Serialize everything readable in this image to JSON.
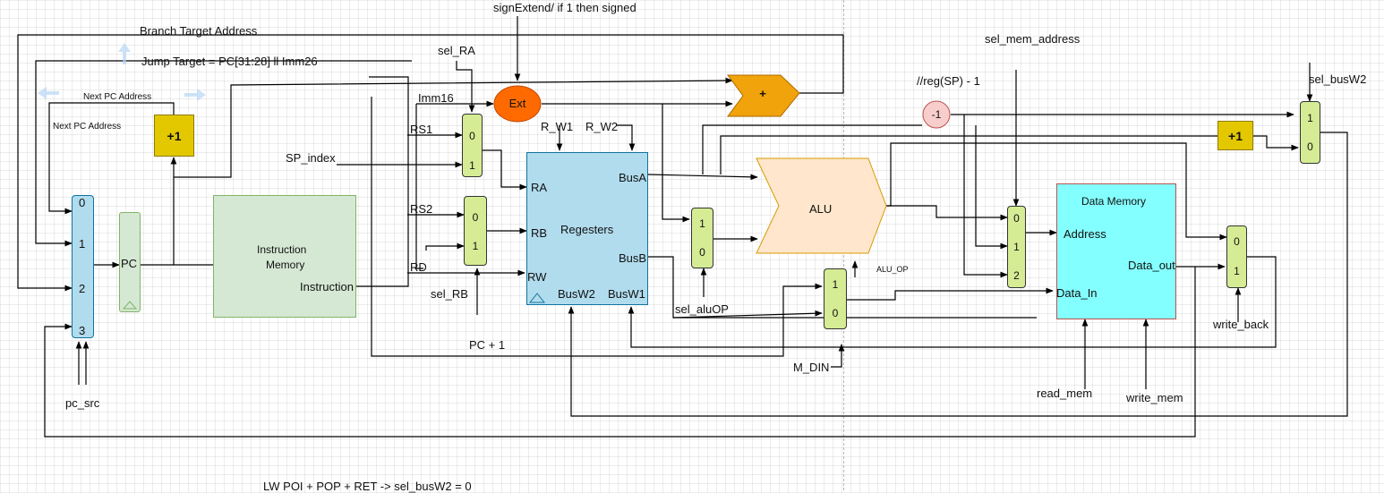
{
  "labels": {
    "branch_target": "Branch Target Address",
    "jump_target": "Jump Target = PC[31:28] ll Imm26",
    "next_pc_1": "Next PC Address",
    "next_pc_2": "Next PC Address",
    "sign_extend": "signExtend/ if 1 then signed",
    "sel_ra": "sel_RA",
    "imm16": "Imm16",
    "rs1": "RS1",
    "rs2": "RS2",
    "rd": "RD",
    "sp_index": "SP_index",
    "sel_rb": "sel_RB",
    "r_w1": "R_W1",
    "r_w2": "R_W2",
    "sel_mem_address": "sel_mem_address",
    "reg_sp": "//reg(SP) - 1",
    "sel_busw2": "sel_busW2",
    "alu_op": "ALU_OP",
    "sel_aluop": "sel_aluOP",
    "pc_plus_1": "PC + 1",
    "m_din": "M_DIN",
    "read_mem": "read_mem",
    "write_mem": "write_mem",
    "write_back": "write_back",
    "pc_src": "pc_src",
    "bottom_note": "LW POI + POP + RET -> sel_busW2 = 0"
  },
  "blocks": {
    "pc": "PC",
    "instr_mem_line1": "Instruction",
    "instr_mem_line2": "Memory",
    "instruction_port": "Instruction",
    "registers": "Regesters",
    "ra": "RA",
    "rb": "RB",
    "rw": "RW",
    "busa": "BusA",
    "busb": "BusB",
    "busw1": "BusW1",
    "busw2": "BusW2",
    "alu": "ALU",
    "ext": "Ext",
    "adder": "+",
    "inc_pc": "+1",
    "inc_sp": "+1",
    "dec_sp": "-1",
    "data_memory": "Data Memory",
    "address": "Address",
    "data_out": "Data_out",
    "data_in": "Data_In"
  },
  "muxes": {
    "pc_mux": [
      "0",
      "1",
      "2",
      "3"
    ],
    "ra_mux": [
      "0",
      "1"
    ],
    "rb_mux": [
      "0",
      "1"
    ],
    "alu_b_mux": [
      "1",
      "0"
    ],
    "din_mux": [
      "1",
      "0"
    ],
    "addr_mux": [
      "0",
      "1",
      "2"
    ],
    "wb_mux": [
      "0",
      "1"
    ],
    "busw2_mux": [
      "1",
      "0"
    ]
  },
  "colors": {
    "registers": "#b1dcee",
    "alu": "#ffe6cc",
    "instr_mem": "#d5e8d4",
    "data_mem": "#84ffff",
    "mux": "#d5ec95",
    "ext": "#ff6a00",
    "adder": "#f0a30a",
    "inc": "#e3c800",
    "dec": "#f8cecc"
  }
}
